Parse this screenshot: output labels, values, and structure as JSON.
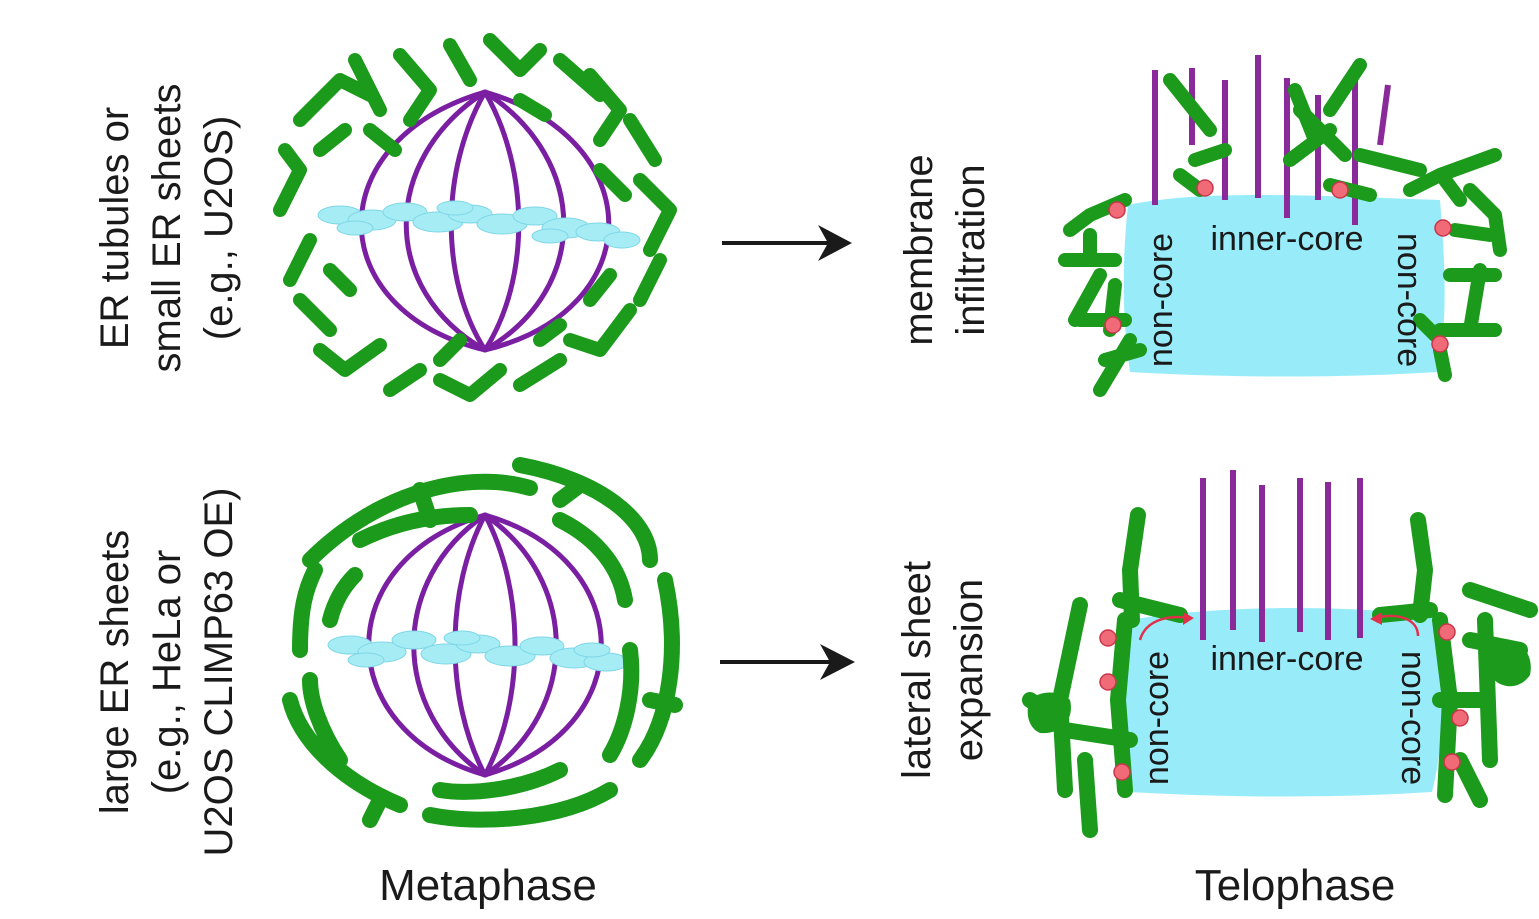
{
  "rows": [
    {
      "label_lines": [
        "ER tubules or",
        "small ER sheets",
        "(e.g., U2OS)"
      ],
      "process_lines": [
        "membrane",
        "infiltration"
      ],
      "inner_core": "inner-core",
      "non_core_left": "non-core",
      "non_core_right": "non-core"
    },
    {
      "label_lines": [
        "large ER sheets",
        "(e.g., HeLa or",
        "U2OS CLIMP63 OE)"
      ],
      "process_lines": [
        "lateral sheet",
        "expansion"
      ],
      "inner_core": "inner-core",
      "non_core_left": "non-core",
      "non_core_right": "non-core"
    }
  ],
  "phases": {
    "left": "Metaphase",
    "right": "Telophase"
  },
  "colors": {
    "er": "#1b9a1b",
    "microtubule": "#7a1fa2",
    "chromatin": "#98ecfa",
    "nuclear_pore": "#f06a78",
    "arrow": "#1a1a1a"
  }
}
